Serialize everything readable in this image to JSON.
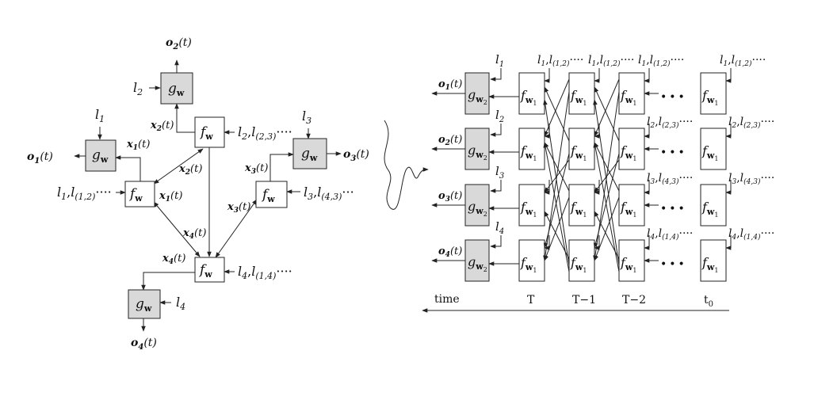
{
  "colors": {
    "node_f": "#ffffff",
    "node_g": "#d9d9d9",
    "line": "#222222"
  },
  "left_graph": {
    "f_symbol": "f",
    "g_symbol": "g",
    "w_symbol": "w",
    "outputs": {
      "o1": "o",
      "o2": "o",
      "o3": "o",
      "o4": "o",
      "arg": "(t)"
    },
    "states": {
      "x": "x",
      "arg": "(t)"
    },
    "labels": {
      "l_1": "l",
      "l_2": "l",
      "l_3": "l",
      "l_4": "l",
      "in1_a": "l",
      "in1_b": "l",
      "in1_b_sub": "(1,2)",
      "in1_dots": "····",
      "in2_a": "l",
      "in2_b": "l",
      "in2_b_sub": "(2,3)",
      "in2_dots": "····",
      "in3_a": "l",
      "in3_b": "l",
      "in3_b_sub": "(4,3)",
      "in3_dots": "···",
      "in4_a": "l",
      "in4_b": "l",
      "in4_b_sub": "(1,4)",
      "in4_dots": "····",
      "comma": ","
    },
    "sub": {
      "s1": "1",
      "s2": "2",
      "s3": "3",
      "s4": "4"
    }
  },
  "right_graph": {
    "w1_sub": "1",
    "w2_sub": "2",
    "time_label": "time",
    "columns": [
      "T",
      "T−1",
      "T−2",
      "t"
    ],
    "t0_sub": "0",
    "ellipsis": "•••",
    "top_labels": {
      "a": "l",
      "a_sub": "1",
      "b": "l",
      "b_sub": "(1,2)",
      "dots": "····"
    },
    "row_labels": [
      {
        "a": "l",
        "a_sub": "1",
        "b": "l",
        "b_sub": "(1,2)"
      },
      {
        "a": "l",
        "a_sub": "2",
        "b": "l",
        "b_sub": "(2,3)"
      },
      {
        "a": "l",
        "a_sub": "3",
        "b": "l",
        "b_sub": "(4,3)"
      },
      {
        "a": "l",
        "a_sub": "4",
        "b": "l",
        "b_sub": "(1,4)"
      }
    ],
    "g_labels": [
      "l",
      "l",
      "l",
      "l"
    ],
    "g_label_subs": [
      "1",
      "2",
      "3",
      "4"
    ]
  }
}
